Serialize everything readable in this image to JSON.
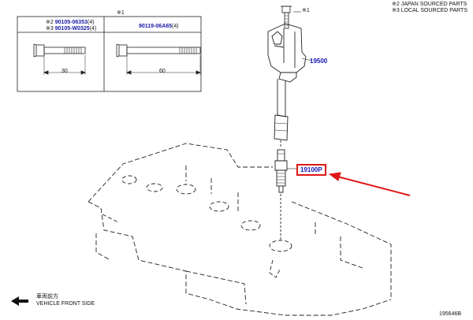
{
  "notes": {
    "ref_mark": "※1",
    "japan": "※2 JAPAN SOURCED PARTS",
    "local": "※3 LOCAL SOURCED PARTS"
  },
  "bolt_table": {
    "left_prefix_1": "※2",
    "left_part_1": "90105-06353",
    "left_qty_1": "(4)",
    "left_prefix_2": "※3",
    "left_part_2": "90105-W0325",
    "left_qty_2": "(4)",
    "right_part": "90119-06A65",
    "right_qty": "(4)",
    "left_dim": "30",
    "right_dim": "60"
  },
  "callouts": {
    "bolt_mark": "※1",
    "coil_part": "19500",
    "plug_part": "19100P"
  },
  "footer": {
    "direction_jp": "車両前方",
    "direction_en": "VEHICLE FRONT SIDE",
    "diagram_id": "195646B"
  },
  "colors": {
    "highlight": "#e01818",
    "link": "#1a1aa6"
  }
}
